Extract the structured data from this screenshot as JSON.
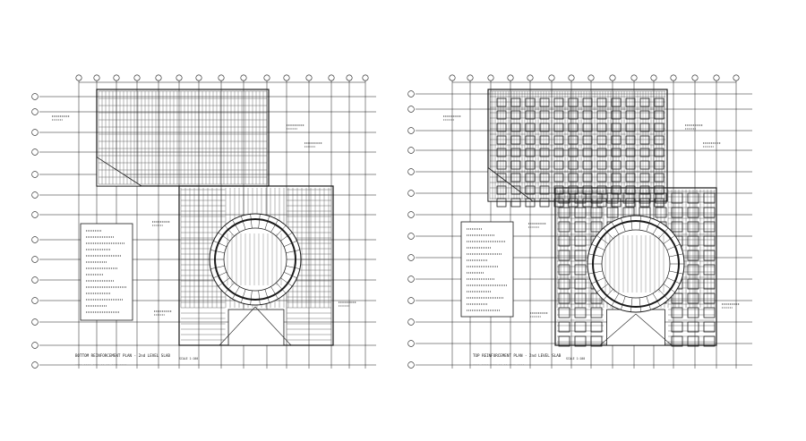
{
  "drawings": [
    {
      "id": "bottom",
      "title": "BOTTOM REINFORCEMENT PLAN - 2nd LEVEL SLAB",
      "scale": "SCALE 1:100"
    },
    {
      "id": "top",
      "title": "TOP REINFORCEMENT PLAN - 2nd LEVEL SLAB",
      "scale": "SCALE 1:100"
    }
  ],
  "colors": {
    "background": "#ffffff",
    "line": "#1a1a1a",
    "hatch": "#2b2b2b"
  }
}
